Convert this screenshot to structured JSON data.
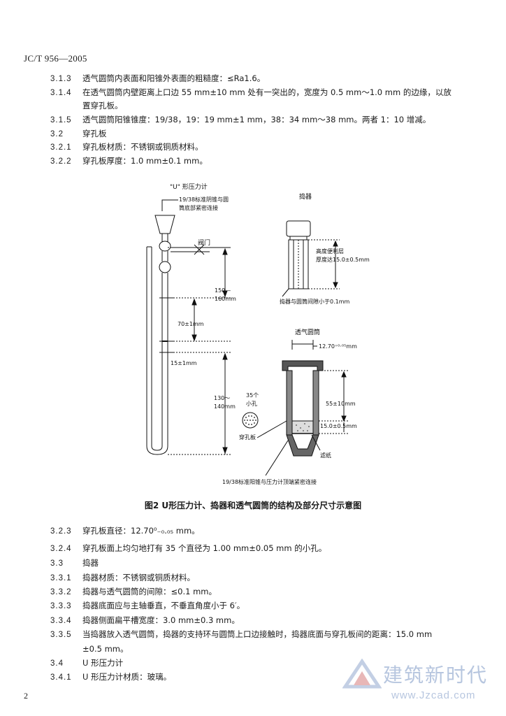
{
  "header": "JC/T 956—2005",
  "sections_top": [
    {
      "num": "3.1.3",
      "text": "透气圆筒内表面和阳锥外表面的粗糙度：≤Ra1.6。"
    },
    {
      "num": "3.1.4",
      "text": "在透气圆筒内壁距离上口边 55 mm±10 mm 处有一突出的，宽度为 0.5 mm～1.0 mm 的边缘，以放"
    },
    {
      "num": "",
      "text": "置穿孔板。"
    },
    {
      "num": "3.1.5",
      "text": "透气圆筒阳锥锥度：19/38，19：19 mm±1 mm，38：34 mm～38 mm。两者 1：10 增减。"
    },
    {
      "num": "3.2",
      "text": "穿孔板"
    },
    {
      "num": "3.2.1",
      "text": "穿孔板材质：不锈钢或铜质材料。"
    },
    {
      "num": "3.2.2",
      "text": "穿孔板厚度：1.0 mm±0.1 mm。"
    }
  ],
  "figure": {
    "manometer_title": "\"U\" 形压力计",
    "taper_label_1": "19/38标准阴锥与圆",
    "taper_label_2": "筒底部紧密连接",
    "valve_label": "阀门",
    "dim_150": "150—",
    "dim_160": "160mm",
    "dim_70": "70±1mm",
    "dim_15": "15±1mm",
    "dim_130": "130～",
    "dim_140": "140mm",
    "holes_1": "35个",
    "holes_2": "小孔",
    "plate_label": "穿孔板",
    "plunger_title": "捣器",
    "plunger_flat_1": "高度便利层",
    "plunger_flat_2": "厚度达15.0±0.5mm",
    "plunger_gap": "捣器与圆筒间隙小于0.1mm",
    "cylinder_title": "透气圆筒",
    "cyl_diameter": "12.70⁺⁰·⁰⁵mm",
    "cyl_55": "55±10mm",
    "cyl_15": "15.0±0.5mm",
    "filter_label": "滤纸",
    "bottom_label": "19/38标准阳锥与压力计顶端紧密连接"
  },
  "caption": "图2  U形压力计、捣器和透气圆筒的结构及部分尺寸示意图",
  "sections_bottom": [
    {
      "num": "3.2.3",
      "text": "穿孔板直径：12.70⁰₋₀.₀₅ mm。"
    },
    {
      "num": "3.2.4",
      "text": "穿孔板面上均匀地打有 35 个直径为 1.00 mm±0.05 mm 的小孔。"
    },
    {
      "num": "3.3",
      "text": "捣器"
    },
    {
      "num": "3.3.1",
      "text": "捣器材质：不锈钢或铜质材料。"
    },
    {
      "num": "3.3.2",
      "text": "捣器与透气圆筒的间隙：≤0.1 mm。"
    },
    {
      "num": "3.3.3",
      "text": "捣器底面应与主轴垂直，不垂直角度小于 6′。"
    },
    {
      "num": "3.3.4",
      "text": "捣器侧面扁平槽宽度：3.0 mm±0.3 mm。"
    },
    {
      "num": "3.3.5",
      "text": "当捣器放入透气圆筒，捣器的支持环与圆筒上口边接触时，捣器底面与穿孔板间的距离：15.0 mm"
    },
    {
      "num": "",
      "text": "±0.5 mm。"
    },
    {
      "num": "3.4",
      "text": "U 形压力计"
    },
    {
      "num": "3.4.1",
      "text": "U 形压力计材质：玻璃。"
    }
  ],
  "page_number": "2",
  "watermark": {
    "name": "建筑新时代",
    "url": "www.Jzcad.com"
  }
}
